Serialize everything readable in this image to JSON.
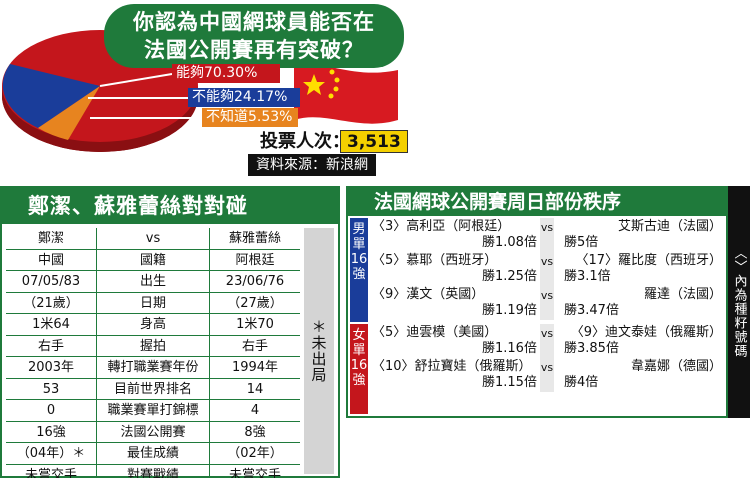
{
  "poll": {
    "question_line1": "你認為中國網球員能否在",
    "question_line2": "法國公開賽再有突破？",
    "options": [
      {
        "label": "能夠70.30%",
        "percent": 70.3,
        "color": "#c4161c"
      },
      {
        "label": "不能夠24.17%",
        "percent": 24.17,
        "color": "#1a3d9a"
      },
      {
        "label": "不知道5.53%",
        "percent": 5.53,
        "color": "#e7841f"
      }
    ],
    "votes_label": "投票人次：",
    "votes_value": "3,513",
    "source": "資料來源：新浪網"
  },
  "comparison": {
    "title": "鄭潔、蘇雅蕾絲對對碰",
    "rows": [
      {
        "left": "鄭潔",
        "mid": "vs",
        "right": "蘇雅蕾絲"
      },
      {
        "left": "中國",
        "mid": "國籍",
        "right": "阿根廷"
      },
      {
        "left": "07/05/83",
        "mid": "出生",
        "right": "23/06/76"
      },
      {
        "left": "（21歲）",
        "mid": "日期",
        "right": "（27歲）"
      },
      {
        "left": "1米64",
        "mid": "身高",
        "right": "1米70"
      },
      {
        "left": "右手",
        "mid": "握拍",
        "right": "右手"
      },
      {
        "left": "2003年",
        "mid": "轉打職業賽年份",
        "right": "1994年"
      },
      {
        "left": "53",
        "mid": "目前世界排名",
        "right": "14"
      },
      {
        "left": "0",
        "mid": "職業賽單打錦標",
        "right": "4"
      },
      {
        "left": "16強",
        "mid": "法國公開賽",
        "right": "8強"
      },
      {
        "left": "（04年）＊",
        "mid": "最佳成績",
        "right": "（02年）"
      },
      {
        "left": "未嘗交手",
        "mid": "對賽戰績",
        "right": "未嘗交手"
      }
    ],
    "note": "＊未出局"
  },
  "schedule": {
    "title": "法國網球公開賽周日部份秩序",
    "category_men": "男單16強",
    "category_women": "女單16強",
    "vs_label": "vs",
    "matches": [
      {
        "left_player": "〈3〉高利亞（阿根廷）",
        "left_odds": "勝1.08倍",
        "right_player": "艾斯古迪（法國）",
        "right_odds": "勝5倍"
      },
      {
        "left_player": "〈5〉慕耶（西班牙）",
        "left_odds": "勝1.25倍",
        "right_player": "〈17〉羅比度（西班牙）",
        "right_odds": "勝3.1倍"
      },
      {
        "left_player": "〈9〉漢文（英國）",
        "left_odds": "勝1.19倍",
        "right_player": "羅達（法國）",
        "right_odds": "勝3.47倍"
      },
      {
        "left_player": "〈5〉迪雲模（美國）",
        "left_odds": "勝1.16倍",
        "right_player": "〈9〉迪文泰娃（俄羅斯）",
        "right_odds": "勝3.85倍"
      },
      {
        "left_player": "〈10〉舒拉寶娃（俄羅斯）",
        "left_odds": "勝1.15倍",
        "right_player": "韋嘉娜（德國）",
        "right_odds": "勝4倍"
      }
    ],
    "seed_note": "〈〉內為種籽號碼"
  }
}
